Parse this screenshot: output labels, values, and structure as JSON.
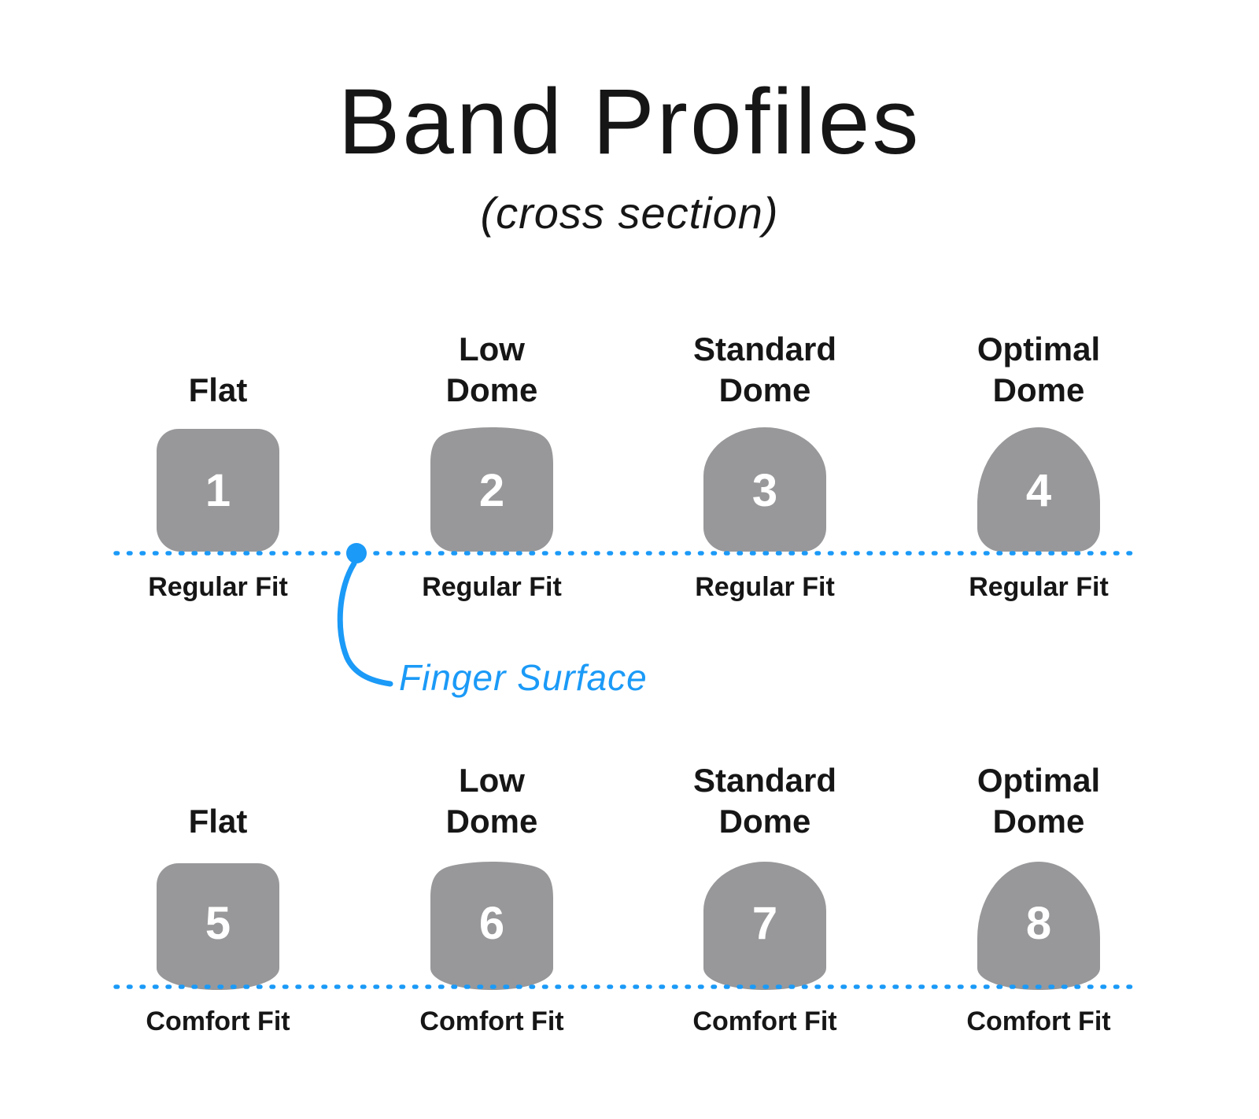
{
  "title": "Band Profiles",
  "subtitle": "(cross section)",
  "finger_surface_label": "Finger Surface",
  "colors": {
    "shape_gray": "#98989a",
    "accent_blue": "#1b9af7",
    "text_black": "#161616",
    "number_white": "#ffffff"
  },
  "rows": [
    {
      "profiles": [
        {
          "name": "Flat",
          "number": "1",
          "fit_label": "Regular Fit"
        },
        {
          "name": "Low\nDome",
          "number": "2",
          "fit_label": "Regular Fit"
        },
        {
          "name": "Standard\nDome",
          "number": "3",
          "fit_label": "Regular Fit"
        },
        {
          "name": "Optimal\nDome",
          "number": "4",
          "fit_label": "Regular Fit"
        }
      ]
    },
    {
      "profiles": [
        {
          "name": "Flat",
          "number": "5",
          "fit_label": "Comfort Fit"
        },
        {
          "name": "Low\nDome",
          "number": "6",
          "fit_label": "Comfort Fit"
        },
        {
          "name": "Standard\nDome",
          "number": "7",
          "fit_label": "Comfort Fit"
        },
        {
          "name": "Optimal\nDome",
          "number": "8",
          "fit_label": "Comfort Fit"
        }
      ]
    }
  ]
}
